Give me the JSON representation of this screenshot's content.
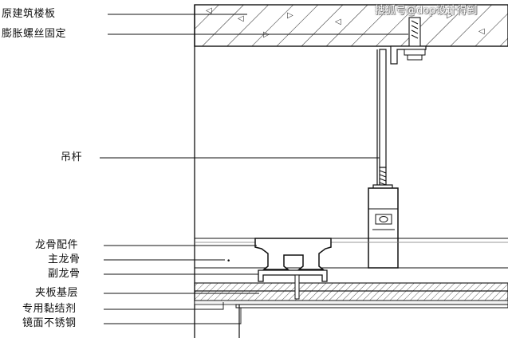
{
  "labels": {
    "slab": "原建筑楼板",
    "anchor": "膨胀螺丝固定",
    "hanger_rod": "吊杆",
    "keel_fitting": "龙骨配件",
    "main_keel": "主龙骨",
    "sub_keel": "副龙骨",
    "sandwich_board": "夹板基层",
    "adhesive": "专用黏结剂",
    "steel_panel": "镜面不锈钢"
  },
  "watermark": "搜狐号@dop设计得到",
  "colors": {
    "line": "#111111",
    "background": "#ffffff",
    "watermark_shadow": "#777777"
  }
}
